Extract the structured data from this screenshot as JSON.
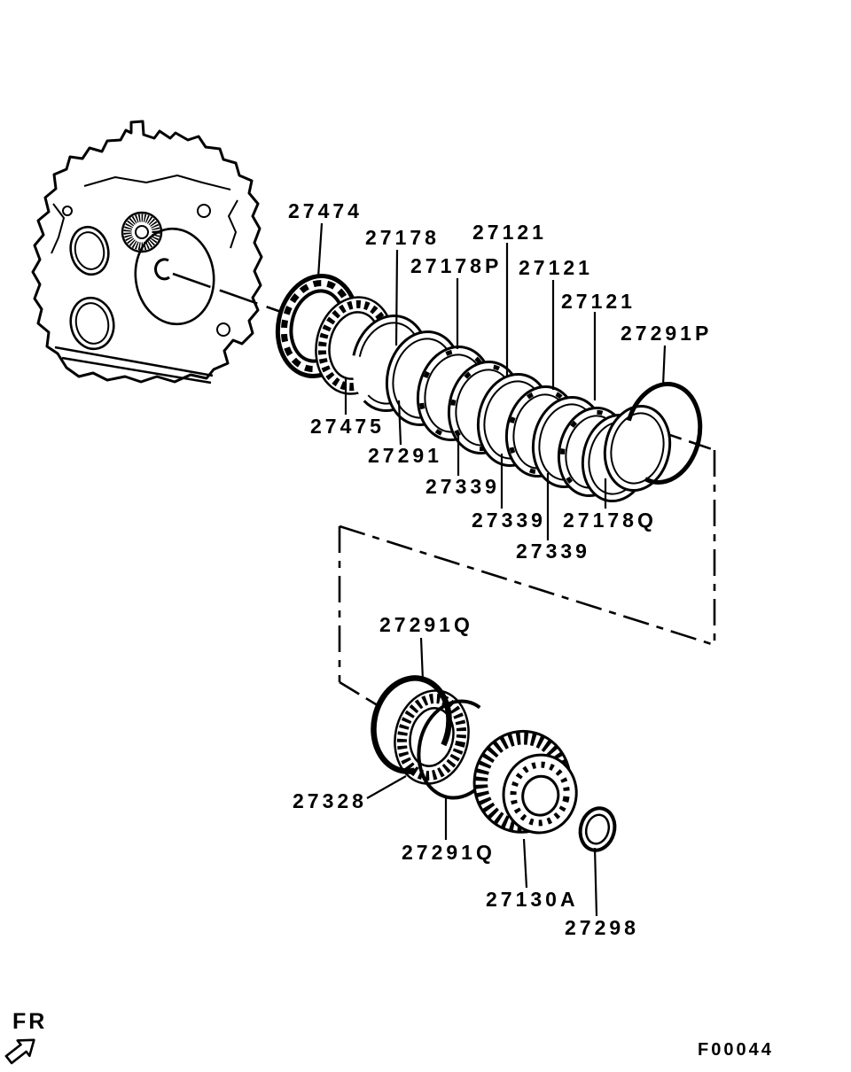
{
  "diagram": {
    "figure_code": "F00044",
    "direction_label": "FR",
    "line_color": "#000000",
    "background_color": "#ffffff"
  },
  "part_labels": {
    "p27474": "27474",
    "p27178": "27178",
    "p27121_1": "27121",
    "p27178P": "27178P",
    "p27121_2": "27121",
    "p27121_3": "27121",
    "p27291P": "27291P",
    "p27475": "27475",
    "p27291": "27291",
    "p27339_1": "27339",
    "p27339_2": "27339",
    "p27178Q": "27178Q",
    "p27339_3": "27339",
    "p27291Q_1": "27291Q",
    "p27328": "27328",
    "p27291Q_2": "27291Q",
    "p27130A": "27130A",
    "p27298": "27298"
  }
}
